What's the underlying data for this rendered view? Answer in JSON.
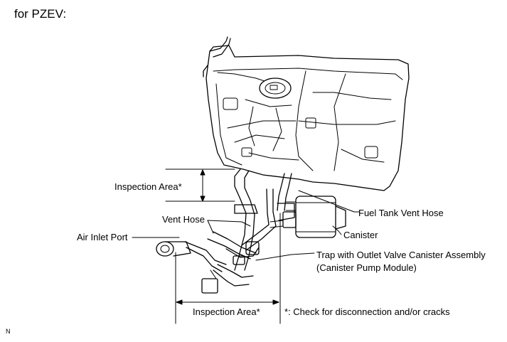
{
  "header": "for PZEV:",
  "labels": {
    "inspection_area_upper": "Inspection Area*",
    "vent_hose": "Vent Hose",
    "air_inlet_port": "Air Inlet Port",
    "fuel_tank_vent_hose": "Fuel Tank Vent Hose",
    "canister": "Canister",
    "trap_line1": "Trap with Outlet Valve Canister Assembly",
    "trap_line2": "(Canister Pump Module)",
    "inspection_area_lower": "Inspection Area*",
    "footnote": "*: Check for disconnection and/or cracks"
  },
  "corner_code": "N",
  "colors": {
    "line": "#000000",
    "background": "#ffffff"
  }
}
